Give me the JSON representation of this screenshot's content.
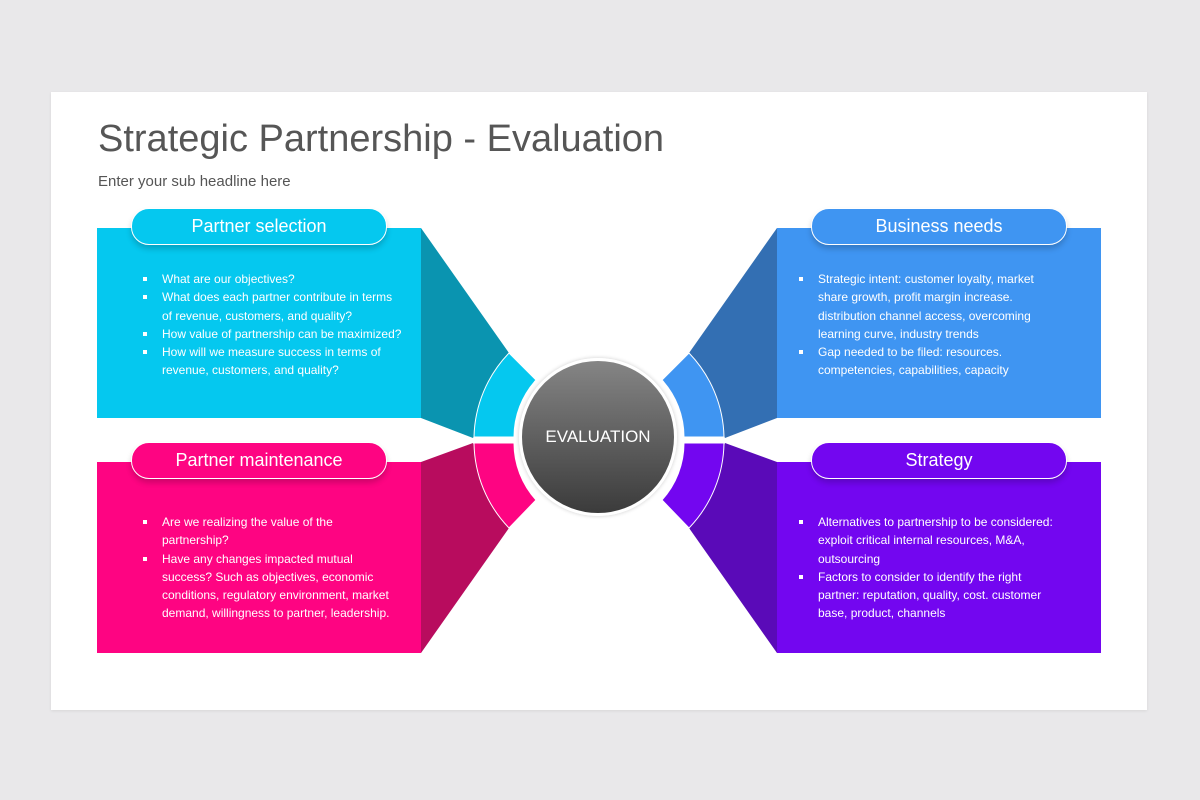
{
  "title": "Strategic Partnership - Evaluation",
  "subtitle": "Enter your sub headline here",
  "center_label": "EVALUATION",
  "colors": {
    "cyan": "#05c8ef",
    "cyan_dark": "#0a94b0",
    "pink": "#fe0482",
    "pink_dark": "#b80c5e",
    "blue": "#3f95f2",
    "blue_dark": "#336fb3",
    "purple": "#7306f0",
    "purple_dark": "#5a0ab8"
  },
  "sections": [
    {
      "heading": "Partner selection",
      "bullets": [
        "What are our objectives?",
        "What does each partner contribute in terms of revenue, customers, and quality?",
        "How value of partnership can be maximized?",
        "How will we measure success in terms of revenue, customers, and quality?"
      ]
    },
    {
      "heading": "Business needs",
      "bullets": [
        "Strategic intent: customer loyalty, market share growth, profit margin increase. distribution channel access, overcoming learning curve, industry trends",
        "Gap needed to be filed: resources. competencies, capabilities, capacity"
      ]
    },
    {
      "heading": "Partner maintenance",
      "bullets": [
        "Are we realizing the value of the partnership?",
        "Have any changes impacted mutual success? Such as objectives, economic conditions, regulatory environment, market demand, willingness to partner, leadership."
      ]
    },
    {
      "heading": "Strategy",
      "bullets": [
        "Alternatives to partnership to be considered: exploit critical internal resources, M&A, outsourcing",
        "Factors to consider to identify the right partner: reputation, quality, cost. customer base, product, channels"
      ]
    }
  ]
}
